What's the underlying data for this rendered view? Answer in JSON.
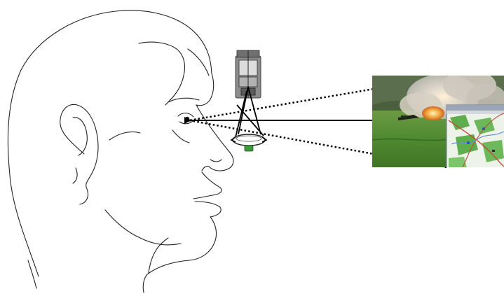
{
  "figure": {
    "subject": "head-profile-line-drawing",
    "device": "head-mounted-display-optics",
    "scene": "battlefield-scene-with-map-overlay"
  },
  "colors": {
    "line_art": "#222222",
    "rays": "#000000",
    "grass": "#4d8a2f",
    "grass_dark": "#2f5e1f",
    "smoke": "#d9d4cc",
    "fire": "#f0a040",
    "sky": "#a7b6a0",
    "map_bg": "#eef3ea",
    "map_green": "#5fae4d",
    "map_road": "#c04a3a",
    "map_blue": "#6a8fd0",
    "map_window_frame": "#9aa6b8",
    "device_body": "#8c8c8c",
    "lens_green": "#3c9a3c"
  },
  "icons": {
    "display": "display-module-icon",
    "lens": "eyepiece-lens-icon",
    "eye": "eye-icon"
  }
}
